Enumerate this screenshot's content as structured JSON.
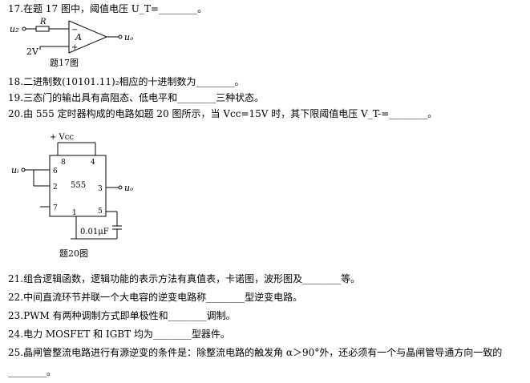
{
  "questions": {
    "q17": "17.在题 17 图中，阈值电压 U_T=________。",
    "q18": "18.二进制数(10101.11)₂相应的十进制数为________。",
    "q19": "19.三态门的输出具有高阻态、低电平和________三种状态。",
    "q20": "20.由 555 定时器构成的电路如题 20 图所示，当 Vcc=15V 时，其下限阈值电压 V_T-=________。",
    "q21": "21.组合逻辑函数，逻辑功能的表示方法有真值表，卡诺图，波形图及________等。",
    "q22": "22.中间直流环节并联一个大电容的逆变电路称________型逆变电路。",
    "q23": "23.PWM 有两种调制方式即单极性和________调制。",
    "q24": "24.电力 MOSFET 和 IGBT 均为________型器件。",
    "q25a": "25.晶闸管整流电路进行有源逆变的条件是：除整流电路的触发角 α＞90°外，还必须有一个与晶闸管导通方向一致的",
    "q25b": "________。"
  },
  "fig17": {
    "caption": "题17图",
    "input_label": "u₂",
    "resistor_label": "R",
    "amp_label": "A",
    "minus": "−",
    "plus": "+",
    "output_label": "uₒ",
    "ref_label": "2V"
  },
  "fig20": {
    "caption": "题20图",
    "vcc_label": "+ Vcc",
    "input_label": "uᵢ",
    "chip_label": "555",
    "pins": [
      "8",
      "4",
      "6",
      "2",
      "7",
      "3",
      "1",
      "5"
    ],
    "output_label": "uₒ",
    "cap_label": "0.01μF"
  }
}
